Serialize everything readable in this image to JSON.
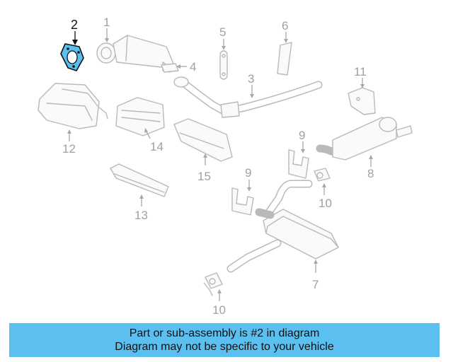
{
  "diagram": {
    "selected_part": "2",
    "highlight_color": "#5bbfef",
    "callouts": [
      {
        "id": "c1",
        "label": "1"
      },
      {
        "id": "c2",
        "label": "2"
      },
      {
        "id": "c3",
        "label": "3"
      },
      {
        "id": "c4",
        "label": "4"
      },
      {
        "id": "c5",
        "label": "5"
      },
      {
        "id": "c6",
        "label": "6"
      },
      {
        "id": "c7",
        "label": "7"
      },
      {
        "id": "c8",
        "label": "8"
      },
      {
        "id": "c9a",
        "label": "9"
      },
      {
        "id": "c9b",
        "label": "9"
      },
      {
        "id": "c10a",
        "label": "10"
      },
      {
        "id": "c10b",
        "label": "10"
      },
      {
        "id": "c11",
        "label": "11"
      },
      {
        "id": "c12",
        "label": "12"
      },
      {
        "id": "c13",
        "label": "13"
      },
      {
        "id": "c14",
        "label": "14"
      },
      {
        "id": "c15",
        "label": "15"
      }
    ]
  },
  "info_bar": {
    "line1": "Part or sub-assembly is #2 in diagram",
    "line2": "Diagram may not be specific to your vehicle",
    "background": "#5bbfef"
  }
}
